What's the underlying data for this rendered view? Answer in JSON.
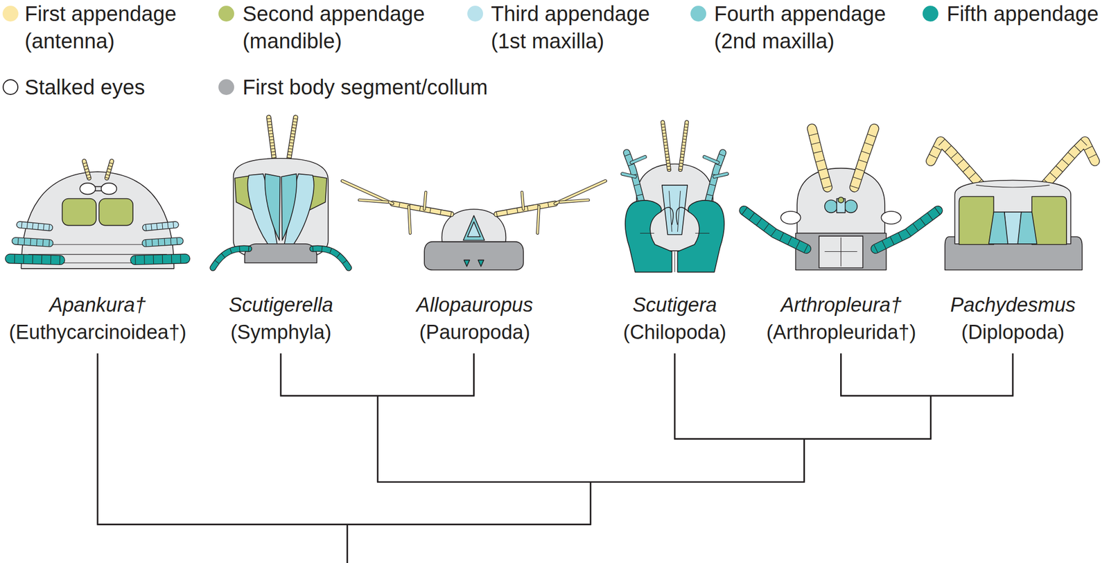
{
  "diagram": {
    "legend": [
      {
        "text": "First appendage (antenna)",
        "color": "#fbe7a4"
      },
      {
        "text": "Second appendage (mandible)",
        "color": "#b6c56c"
      },
      {
        "text": "Third appendage (1st maxilla)",
        "color": "#b9e2ec"
      },
      {
        "text": "Fourth appendage (2nd maxilla)",
        "color": "#7fccd2"
      },
      {
        "text": "Fifth appendage",
        "color": "#17a39b"
      },
      {
        "text": "Stalked eyes",
        "color": "#ffffff"
      },
      {
        "text": "First body segment/collum",
        "color": "#a9abae"
      }
    ],
    "labels": [
      "Apankura†",
      "(Euthycarcinoidea†)",
      "Scutigerella",
      "(Symphyla)",
      "Allopauropus",
      "(Pauropoda)",
      "Scutigera",
      "(Chilopoda)",
      "Arthropleura†",
      "(Arthropleurida†)",
      "Pachydesmus",
      "(Diplopoda)"
    ]
  }
}
